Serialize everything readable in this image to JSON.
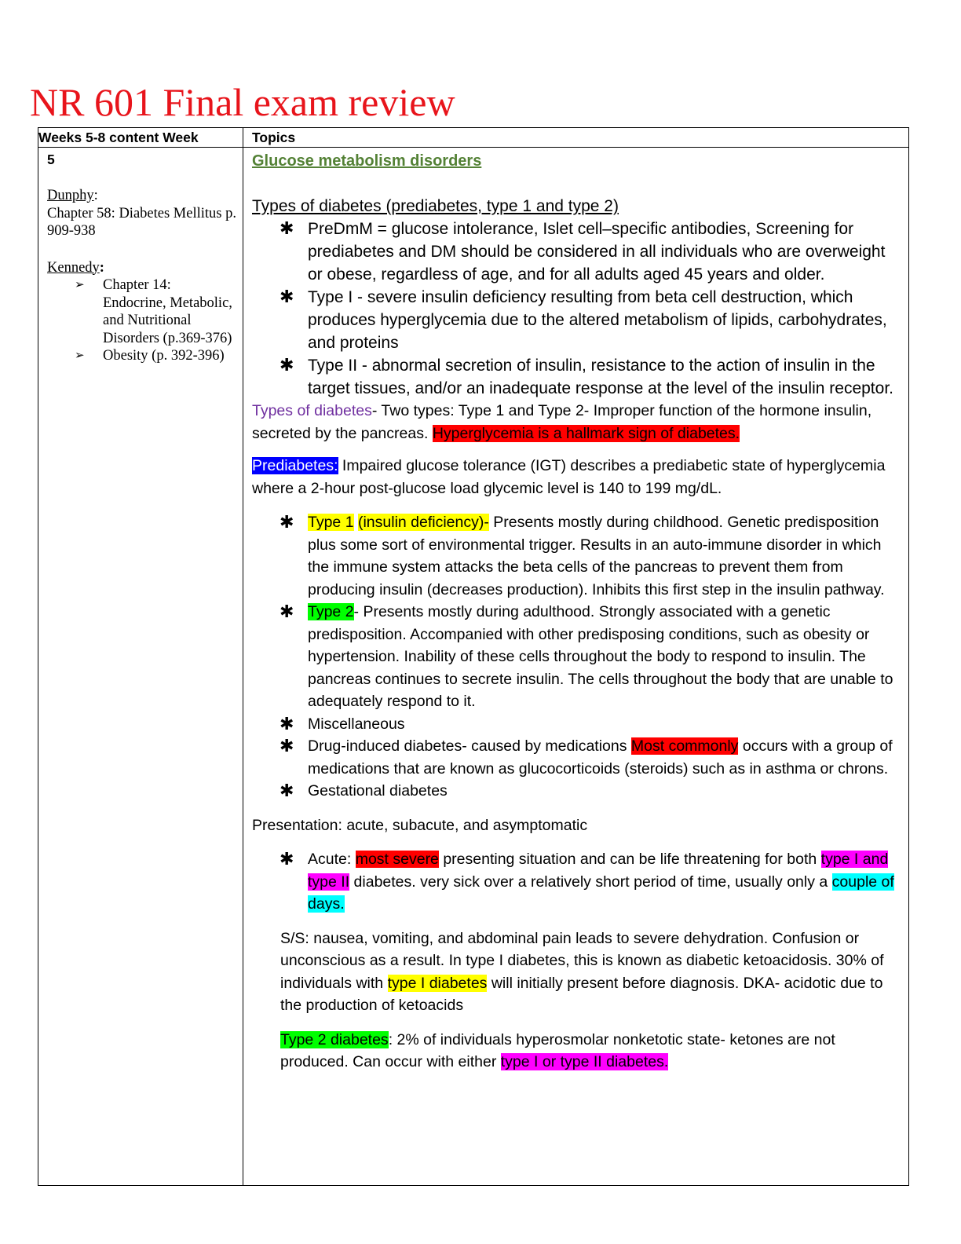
{
  "title": "NR 601 Final exam review",
  "header": {
    "left": "Weeks 5-8 content Week",
    "right": "Topics"
  },
  "left": {
    "week": "5",
    "dunphy_label": "Dunphy",
    "dunphy_colon": ":",
    "dunphy_text": "Chapter 58: Diabetes Mellitus p. 909-938",
    "kennedy_label": "Kennedy",
    "kennedy_colon": ":",
    "items": [
      "Chapter 14: Endocrine, Metabolic, and Nutritional Disorders (p.369-376)",
      "Obesity (p. 392-396)"
    ]
  },
  "right": {
    "section_title": "Glucose metabolism disorders",
    "types_heading": "Types of diabetes (prediabetes, type 1 and type 2)",
    "bullets1": [
      "PreDmM = glucose intolerance, Islet cell–specific antibodies, Screening for prediabetes and DM should be considered in all individuals who are overweight or obese, regardless of age, and for all adults aged 45 years and older.",
      "Type I - severe insulin deficiency resulting from beta cell destruction, which produces hyperglycemia due to the altered metabolism of lipids, carbohydrates, and proteins",
      "Type II - abnormal secretion of insulin, resistance to the action of insulin in the target tissues, and/or an inadequate response at the level of the insulin receptor."
    ],
    "types_para": {
      "label": "Types of diabetes",
      "text": "- Two types: Type 1 and Type 2- Improper function of the hormone insulin, secreted by the pancreas. ",
      "highlight": "Hyperglycemia is a hallmark sign of diabetes."
    },
    "prediabetes": {
      "label": "Prediabetes:",
      "text": " Impaired glucose tolerance (IGT) describes a prediabetic state of hyperglycemia where a 2-hour post-glucose load glycemic level is 140 to 199 mg/dL."
    },
    "type1": {
      "label": "Type 1",
      "label2": "(insulin deficiency)-",
      "text": " Presents mostly during childhood. Genetic predisposition plus some sort of environmental trigger. Results in an auto-immune disorder in which the immune system attacks the beta cells of the pancreas to prevent them from producing insulin (decreases production). Inhibits this first step in the insulin pathway."
    },
    "type2": {
      "label": "Type 2",
      "text": "- Presents mostly during adulthood. Strongly associated with a genetic predisposition. Accompanied with other predisposing conditions, such as obesity or hypertension. Inability of these cells throughout the body to respond to insulin. The pancreas continues to secrete insulin. The cells throughout the body that are unable to adequately respond to it."
    },
    "misc": "Miscellaneous",
    "drug": {
      "pre": " Drug-induced diabetes- caused by medications ",
      "highlight": "Most commonly",
      "post": " occurs with a group of medications that are known as glucocorticoids (steroids) such as in asthma or chrons."
    },
    "gestational": "Gestational diabetes",
    "presentation": "Presentation: acute, subacute, and asymptomatic",
    "acute": {
      "pre": "Acute: ",
      "hl1": "most severe",
      "mid": " presenting situation and can be life threatening for both ",
      "hl2": "type I and type II",
      "mid2": " diabetes. very sick over a relatively short period of time, usually only a ",
      "hl3": "couple of days."
    },
    "ss": {
      "pre": "S/S: nausea, vomiting, and abdominal pain leads to severe dehydration. Confusion or unconscious as a result. In type I diabetes, this is known as diabetic ketoacidosis. 30% of individuals with ",
      "hl": "type I diabetes",
      "post": " will initially present before diagnosis. DKA- acidotic due to the production of ketoacids"
    },
    "type2dm": {
      "hl": "Type 2 diabetes",
      "text": ": 2% of individuals hyperosmolar nonketotic state- ketones are not produced. Can occur with either ",
      "hl2": "type I or type II diabetes."
    }
  }
}
